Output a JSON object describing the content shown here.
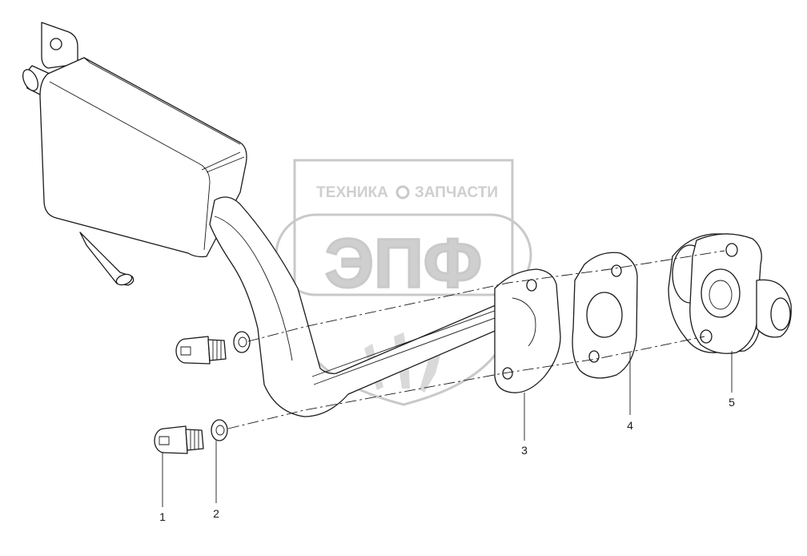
{
  "watermark": {
    "top_line_left": "ТЕХНИКА",
    "top_line_right": "ЗАПЧАСТИ",
    "logo_letters": "ЭПФ"
  },
  "callouts": [
    {
      "id": "1",
      "label": "1"
    },
    {
      "id": "2",
      "label": "2"
    },
    {
      "id": "3",
      "label": "3"
    },
    {
      "id": "4",
      "label": "4"
    },
    {
      "id": "5",
      "label": "5"
    }
  ]
}
